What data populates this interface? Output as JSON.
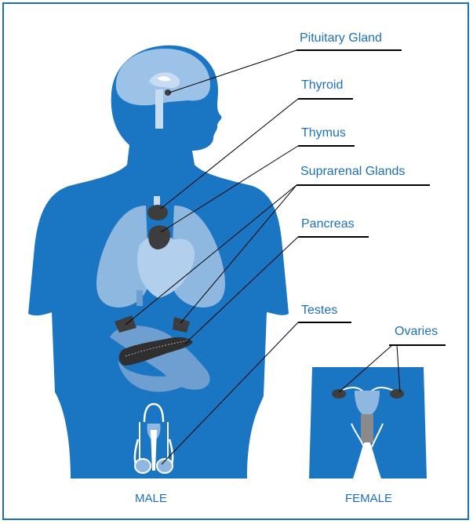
{
  "labels": {
    "pituitary": "Pituitary Gland",
    "thyroid": "Thyroid",
    "thymus": "Thymus",
    "suprarenal": "Suprarenal Glands",
    "pancreas": "Pancreas",
    "testes": "Testes",
    "ovaries": "Ovaries"
  },
  "captions": {
    "male": "MALE",
    "female": "FEMALE"
  },
  "colors": {
    "body": "#1a75c2",
    "border": "#1d70b8",
    "organ_light": "#8fb8e0",
    "organ_dark": "#3d3d3d",
    "label": "#1d70b8"
  }
}
